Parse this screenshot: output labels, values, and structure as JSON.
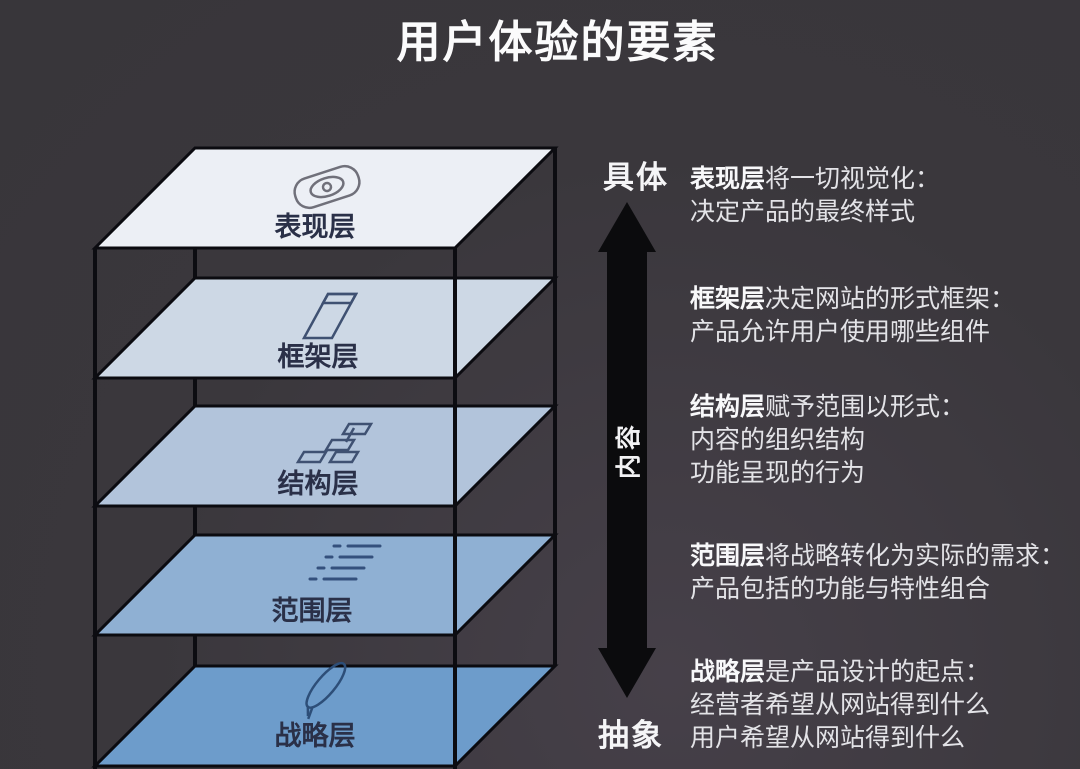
{
  "title": "用户体验的要素",
  "axis": {
    "top_label": "具体",
    "bottom_label": "抽象",
    "middle_label": "内容",
    "arrow_color": "#0b0b0d"
  },
  "layers": [
    {
      "name": "表现层",
      "icon": "eye-icon",
      "color": "#eceff5"
    },
    {
      "name": "框架层",
      "icon": "window-icon",
      "color": "#cdd8e5"
    },
    {
      "name": "结构层",
      "icon": "sitemap-icon",
      "color": "#b2c4db"
    },
    {
      "name": "范围层",
      "icon": "list-icon",
      "color": "#8fb0d3"
    },
    {
      "name": "战略层",
      "icon": "feather-icon",
      "color": "#6d9ccb"
    }
  ],
  "descriptions": [
    {
      "lead": "表现层",
      "intro": "将一切视觉化：",
      "lines": [
        "决定产品的最终样式"
      ]
    },
    {
      "lead": "框架层",
      "intro": "决定网站的形式框架：",
      "lines": [
        "产品允许用户使用哪些组件"
      ]
    },
    {
      "lead": "结构层",
      "intro": "赋予范围以形式：",
      "lines": [
        "内容的组织结构",
        "功能呈现的行为"
      ]
    },
    {
      "lead": "范围层",
      "intro": "将战略转化为实际的需求：",
      "lines": [
        "产品包括的功能与特性组合"
      ]
    },
    {
      "lead": "战略层",
      "intro": "是产品设计的起点：",
      "lines": [
        "经营者希望从网站得到什么",
        "用户希望从网站得到什么"
      ]
    }
  ],
  "colors": {
    "background": "#3a373c",
    "edge": "#0c0c11",
    "label_text": "#2a3048",
    "body_text": "#e3e3e7",
    "title_text": "#fbfbfc"
  }
}
